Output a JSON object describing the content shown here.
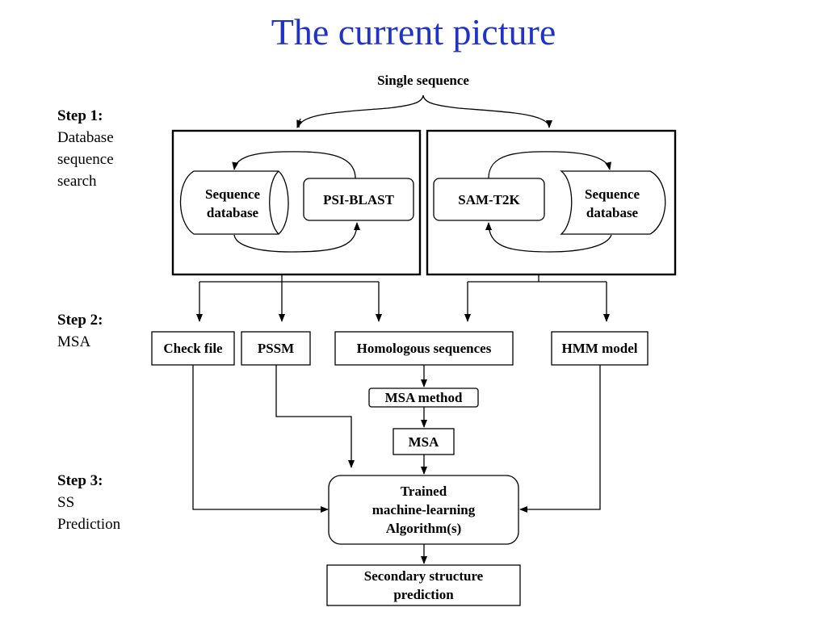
{
  "title": "The current picture",
  "top_label": "Single sequence",
  "steps": [
    {
      "heading": "Step 1:",
      "lines": [
        "Database",
        "sequence",
        "search"
      ]
    },
    {
      "heading": "Step 2:",
      "lines": [
        "MSA"
      ]
    },
    {
      "heading": "Step 3:",
      "lines": [
        "SS",
        "Prediction"
      ]
    }
  ],
  "step1": {
    "left_db": [
      "Sequence",
      "database"
    ],
    "psi_blast": "PSI-BLAST",
    "sam_t2k": "SAM-T2K",
    "right_db": [
      "Sequence",
      "database"
    ]
  },
  "step2": {
    "check_file": "Check file",
    "pssm": "PSSM",
    "homologous": "Homologous sequences",
    "hmm_model": "HMM model",
    "msa_method": "MSA method",
    "msa": "MSA"
  },
  "step3": {
    "algorithm": [
      "Trained",
      "machine-learning",
      "Algorithm(s)"
    ],
    "output": [
      "Secondary structure",
      "prediction"
    ]
  },
  "colors": {
    "title": "#1f33c9",
    "lines": "#000000"
  }
}
